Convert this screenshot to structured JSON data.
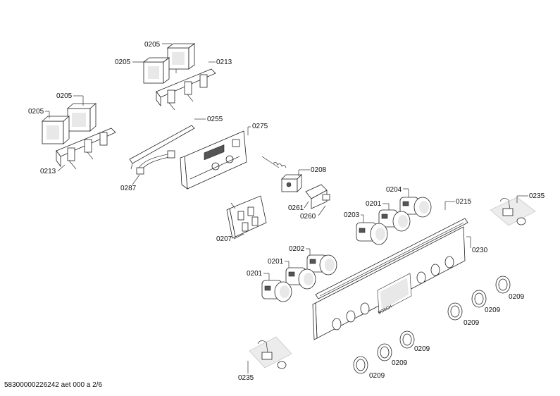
{
  "labels": {
    "l205a": "0205",
    "l205b": "0205",
    "l213a": "0213",
    "l205c": "0205",
    "l205d": "0205",
    "l213b": "0213",
    "l255": "0255",
    "l275": "0275",
    "l287": "0287",
    "l208": "0208",
    "l261": "0261",
    "l260": "0260",
    "l207": "0207",
    "l204": "0204",
    "l201a": "0201",
    "l203": "0203",
    "l215": "0215",
    "l235a": "0235",
    "l230": "0230",
    "l202": "0202",
    "l201b": "0201",
    "l201c": "0201",
    "l209a": "0209",
    "l209b": "0209",
    "l209c": "0209",
    "l209d": "0209",
    "l209e": "0209",
    "l209f": "0209",
    "l235b": "0235"
  },
  "footer": "58300000226242 aet 000 a 2/6"
}
